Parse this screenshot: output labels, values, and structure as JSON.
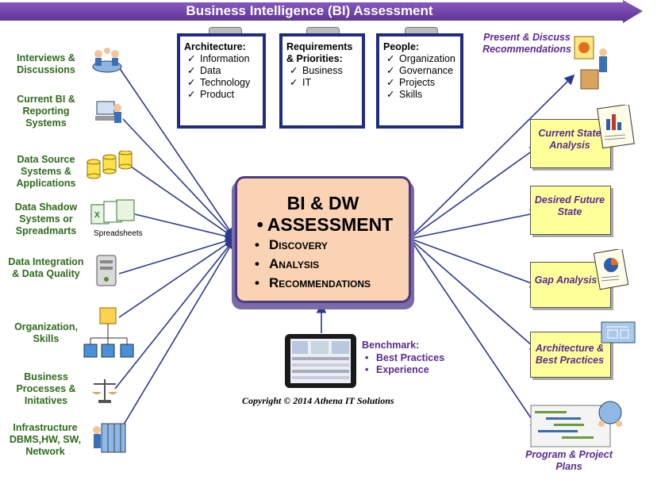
{
  "banner": {
    "title": "Business Intelligence (BI) Assessment"
  },
  "clipboards": [
    {
      "title": "Architecture:",
      "items": [
        "Information",
        "Data",
        "Technology",
        "Product"
      ]
    },
    {
      "title": "Requirements & Priorities:",
      "items": [
        "Business",
        "IT"
      ]
    },
    {
      "title": "People:",
      "items": [
        "Organization",
        "Governance",
        "Projects",
        "Skills"
      ]
    }
  ],
  "sources": [
    {
      "label": "Interviews & Discussions",
      "icon": "meeting-icon"
    },
    {
      "label": "Current BI & Reporting Systems",
      "icon": "workstation-icon"
    },
    {
      "label": "Data Source Systems & Applications",
      "icon": "database-cylinders-icon"
    },
    {
      "label": "Data Shadow Systems or Spreadmarts",
      "icon": "spreadsheet-icon",
      "caption": "Spreadsheets"
    },
    {
      "label": "Data Integration & Data Quality",
      "icon": "server-icon"
    },
    {
      "label": "Organization, Skills",
      "icon": "org-chart-icon"
    },
    {
      "label": "Business Processes & Initatives",
      "icon": "scales-icon"
    },
    {
      "label": "Infrastructure DBMS,HW, SW, Network",
      "icon": "datacenter-icon"
    }
  ],
  "center": {
    "title_line1": "BI & DW",
    "title_line2": "ASSESSMENT",
    "bullets": [
      "Discovery",
      "Analysis",
      "Recommendations"
    ]
  },
  "benchmark": {
    "title": "Benchmark:",
    "items": [
      "Best Practices",
      "Experience"
    ]
  },
  "copyright": "Copyright © 2014 Athena IT Solutions",
  "outputs": [
    {
      "label": "Present & Discuss Recommendations",
      "icon": "presenter-icon"
    },
    {
      "label": "Current State Analysis",
      "icon": "report-bar-chart-icon"
    },
    {
      "label": "Desired Future State",
      "icon": "folder-icon"
    },
    {
      "label": "Gap Analysis",
      "icon": "report-pie-chart-icon"
    },
    {
      "label": "Architecture & Best Practices",
      "icon": "blueprint-icon"
    },
    {
      "label": "Program & Project Plans",
      "icon": "project-plan-icon"
    }
  ],
  "colors": {
    "banner": "#6b3fa0",
    "source_text": "#2f6a1c",
    "output_text": "#5a2a8f",
    "connector": "#2a3a8c",
    "center_fill": "#fad2b4",
    "folder_fill": "#ffff99",
    "clipboard_border": "#1f2c80"
  }
}
